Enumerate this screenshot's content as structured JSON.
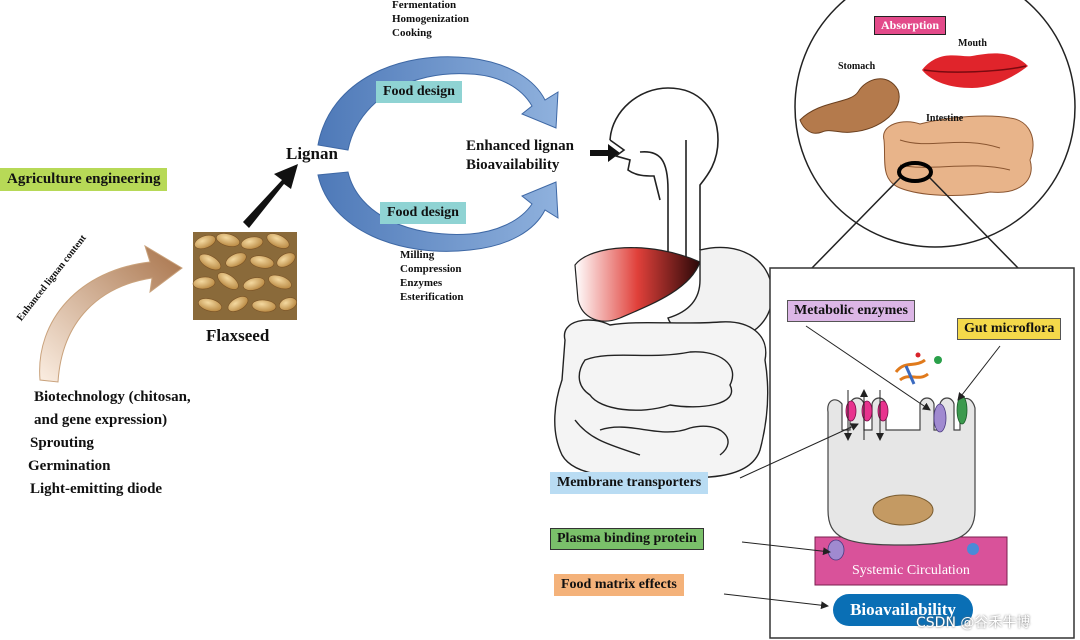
{
  "left": {
    "agri_label": "Agriculture engineering",
    "enhanced_content": "Enhanced lignan content",
    "methods": [
      "Biotechnology (chitosan,",
      "and gene expression)",
      "Sprouting",
      "Germination",
      "Light-emitting diode"
    ],
    "flaxseed": "Flaxseed"
  },
  "center": {
    "lignan": "Lignan",
    "top_processes": [
      "Fermentation",
      "Homogenization",
      "Cooking"
    ],
    "food_design_top": "Food design",
    "food_design_bottom": "Food design",
    "enhanced_line1": "Enhanced lignan",
    "enhanced_line2": "Bioavailability",
    "bottom_processes": [
      "Milling",
      "Compression",
      "Enzymes",
      "Esterification"
    ]
  },
  "absorption": {
    "title": "Absorption",
    "mouth": "Mouth",
    "stomach": "Stomach",
    "intestine": "Intestine"
  },
  "cell": {
    "metabolic_enzymes": "Metabolic enzymes",
    "gut_microflora": "Gut microflora",
    "membrane_transporters": "Membrane transporters",
    "plasma_binding": "Plasma binding protein",
    "food_matrix": "Food matrix effects",
    "systemic": "Systemic Circulation",
    "bioavailability": "Bioavailability"
  },
  "watermark": "CSDN @谷禾牛博",
  "colors": {
    "agri_bg": "#b7d957",
    "food_design_bg": "#8fd3d3",
    "metabolic_bg": "#dcb6e6",
    "gut_bg": "#f4d94a",
    "membrane_bg": "#b9dcf3",
    "plasma_bg": "#7ac06a",
    "matrix_bg": "#f4b27a",
    "absorption_bg": "#e34a8a",
    "circulation_bg": "#d9529a",
    "bio_bg": "#0a6fb5",
    "arrow_blue": "#5f86c0"
  }
}
